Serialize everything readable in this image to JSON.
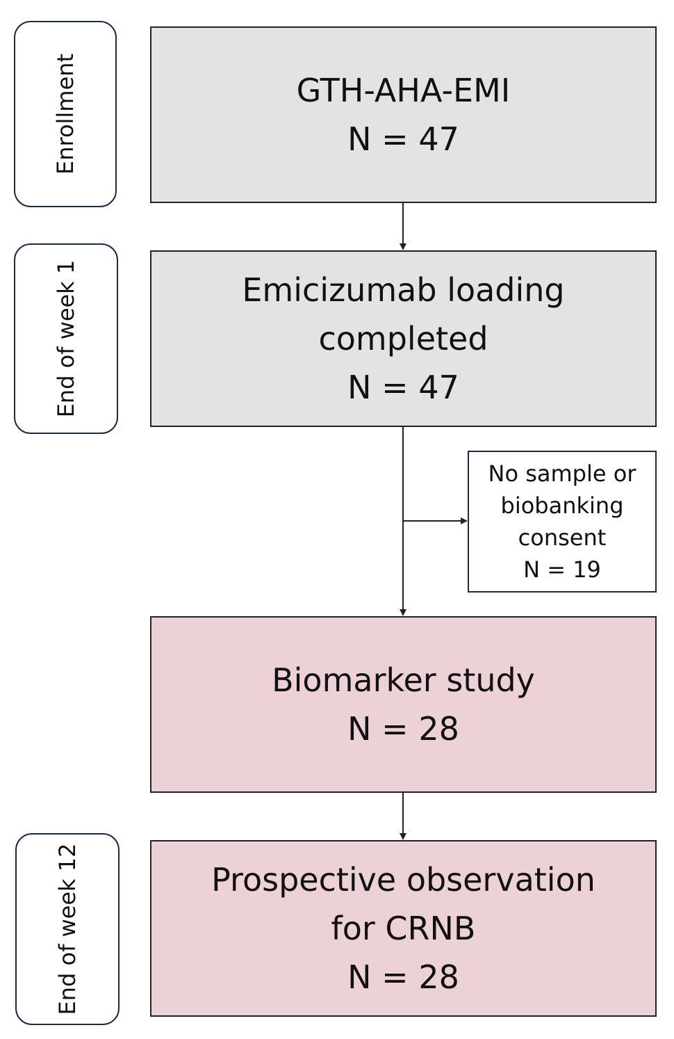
{
  "phases": {
    "enrollment": "Enrollment",
    "week1": "End of week 1",
    "week12": "End of week 12"
  },
  "boxes": {
    "enrollment": {
      "line1": "GTH-AHA-EMI",
      "line2": "N = 47"
    },
    "loading": {
      "line1": "Emicizumab loading",
      "line2": "completed",
      "line3": "N = 47"
    },
    "biomarker": {
      "line1": "Biomarker study",
      "line2": "N = 28"
    },
    "observation": {
      "line1": "Prospective observation",
      "line2": "for CRNB",
      "line3": "N = 28"
    }
  },
  "exclusion": {
    "line1": "No sample or",
    "line2": "biobanking",
    "line3": "consent",
    "line4": "N = 19"
  },
  "colors": {
    "gray_box": "#e3e3e4",
    "pink_box": "#ecd2d6",
    "side_border": "#1c2a44"
  }
}
